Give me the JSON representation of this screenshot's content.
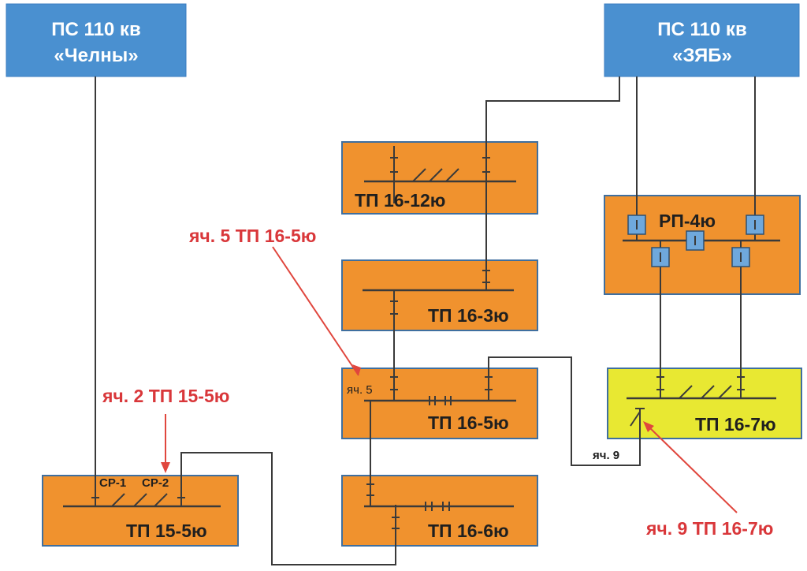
{
  "substations": {
    "chelny": {
      "line1": "ПС 110 кв",
      "line2": "«Челны»",
      "color": "#4a90d0"
    },
    "zyab": {
      "line1": "ПС 110 кв",
      "line2": "«ЗЯБ»",
      "color": "#4a90d0"
    }
  },
  "nodes": {
    "tp16_12": {
      "label": "ТП 16-12ю",
      "color": "#f0922e"
    },
    "tp16_3": {
      "label": "ТП 16-3ю",
      "color": "#f0922e"
    },
    "tp16_5": {
      "label": "ТП 16-5ю",
      "color": "#f0922e"
    },
    "tp16_6": {
      "label": "ТП 16-6ю",
      "color": "#f0922e"
    },
    "tp15_5": {
      "label": "ТП 15-5ю",
      "color": "#f0922e"
    },
    "rp4": {
      "label": "РП-4ю",
      "color": "#f0922e"
    },
    "tp16_7": {
      "label": "ТП 16-7ю",
      "color": "#e8e832"
    }
  },
  "cell_labels": {
    "cell5": "яч. 5",
    "cell9": "яч. 9",
    "sr1": "СР-1",
    "sr2": "СР-2"
  },
  "callouts": {
    "cell5_tp16_5": "яч. 5 ТП 16-5ю",
    "cell2_tp15_5": "яч. 2 ТП 15-5ю",
    "cell9_tp16_7": "яч. 9 ТП 16-7ю",
    "color": "#d9373a"
  }
}
